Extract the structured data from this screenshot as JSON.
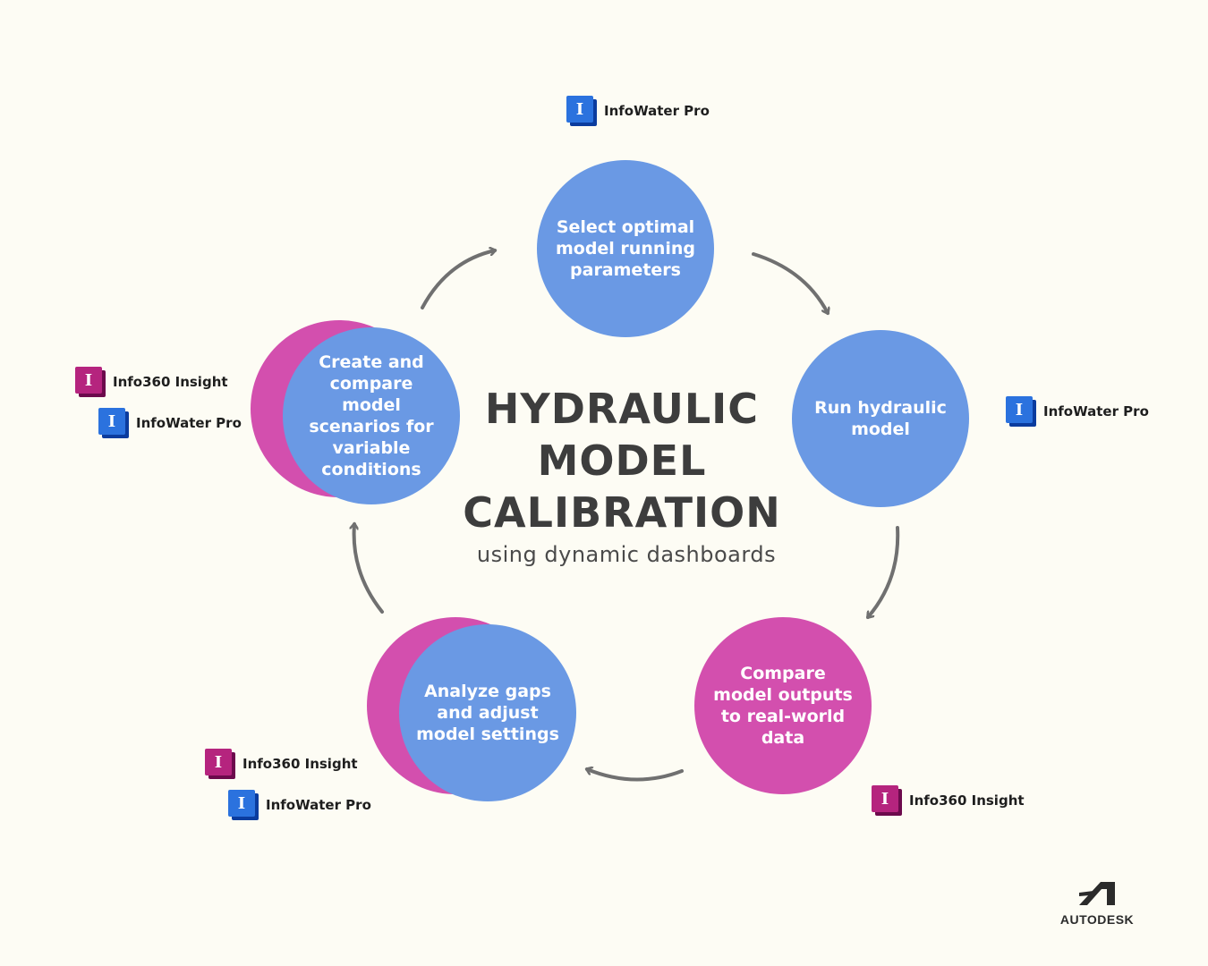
{
  "title": "HYDRAULIC\nMODEL\nCALIBRATION",
  "subtitle": "using dynamic dashboards",
  "steps": [
    {
      "label": "Select optimal model running parameters",
      "color": "#6a99e4"
    },
    {
      "label": "Run hydraulic model",
      "color": "#6a99e4"
    },
    {
      "label": "Compare model outputs to real-world data",
      "color": "#d34fae"
    },
    {
      "label": "Analyze gaps and adjust model settings",
      "color": "#6a99e4"
    },
    {
      "label": "Create and compare model scenarios for variable conditions",
      "color": "#6a99e4"
    }
  ],
  "products": {
    "infowater": "InfoWater Pro",
    "info360": "Info360 Insight",
    "logo_letter": "I"
  },
  "brand": "AUTODESK",
  "colors": {
    "background": "#fdfcf4",
    "blue": "#6a99e4",
    "pink": "#d34fae",
    "arrow": "#707070",
    "text": "#3d3d3d"
  }
}
